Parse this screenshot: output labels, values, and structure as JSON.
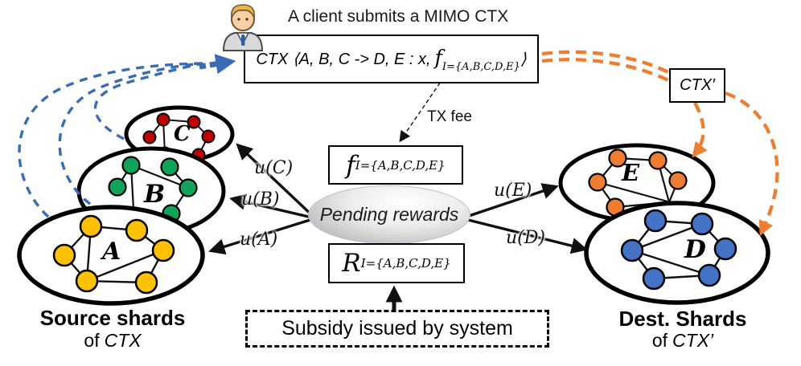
{
  "header": {
    "title": "A client submits a MIMO CTX"
  },
  "ctx_box": {
    "prefix": "CTX ⟨A, B, C -> D, E : x,",
    "fee_symbol": "f",
    "fee_subscript": "I={A,B,C,D,E}",
    "suffix": "⟩"
  },
  "ctx_prime": {
    "label": "CTX′"
  },
  "tx_fee": {
    "label": "TX fee"
  },
  "fee_box": {
    "symbol": "f",
    "subscript": "I={A,B,C,D,E}"
  },
  "reward_box": {
    "symbol": "R",
    "subscript": "I={A,B,C,D,E}"
  },
  "pending": {
    "label": "Pending rewards"
  },
  "subsidy": {
    "label": "Subsidy issued by system"
  },
  "captions": {
    "source": {
      "line1": "Source shards",
      "of": "of",
      "term": "CTX"
    },
    "dest": {
      "line1": "Dest. Shards",
      "of": "of",
      "term": "CTX’"
    }
  },
  "utilities": {
    "A": "u(A)",
    "B": "u(B)",
    "C": "u(C)",
    "D": "u(D)",
    "E": "u(E)"
  },
  "shards": {
    "A": {
      "label": "A",
      "color": "#FFC000"
    },
    "B": {
      "label": "B",
      "color": "#12A35B"
    },
    "C": {
      "label": "C",
      "color": "#C00000"
    },
    "D": {
      "label": "D",
      "color": "#4472C4"
    },
    "E": {
      "label": "E",
      "color": "#ED7D31"
    }
  },
  "colors": {
    "blue_arrow": "#3A6BB5",
    "orange_arrow": "#ED7D31",
    "black": "#111111"
  },
  "icons": {
    "client_avatar": "client-person-icon"
  }
}
